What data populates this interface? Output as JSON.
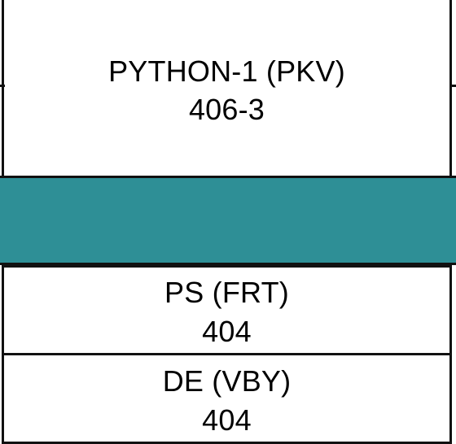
{
  "blocks": [
    {
      "name": "PYTHON-1 (PKV)",
      "code": "406-3"
    },
    {
      "name": "PS (FRT)",
      "code": "404"
    },
    {
      "name": "DE (VBY)",
      "code": "404"
    }
  ],
  "colors": {
    "band": "#2e8f96",
    "border": "#111111",
    "background": "#ffffff",
    "text": "#000000"
  }
}
